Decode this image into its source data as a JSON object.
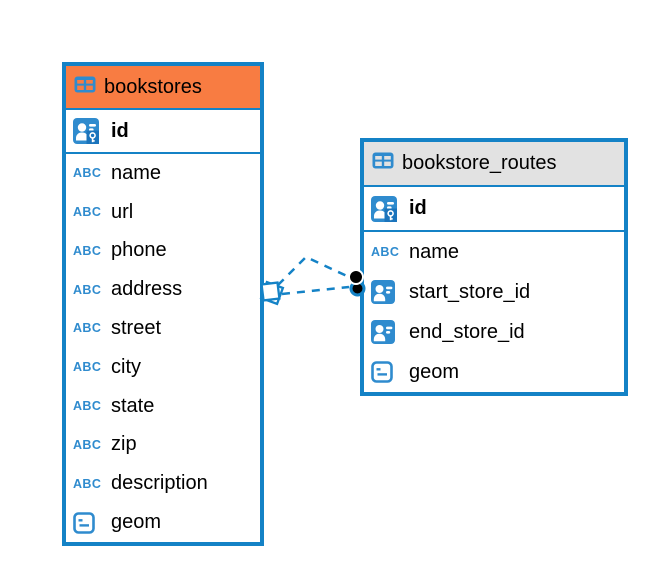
{
  "colors": {
    "table_border": "#1482C6",
    "icon_blue": "#2F8BCE",
    "key_badge_blue": "#1B74BC",
    "connector_blue": "#1482C6",
    "bookstores_header": "#F87C42",
    "routes_header": "#E2E2E2",
    "text": "#000000"
  },
  "tables": [
    {
      "title": "bookstores",
      "header_color": "#F87C42",
      "columns": [
        {
          "label": "id",
          "icon": "primary-key",
          "pk": true
        },
        {
          "label": "name",
          "icon": "text"
        },
        {
          "label": "url",
          "icon": "text"
        },
        {
          "label": "phone",
          "icon": "text"
        },
        {
          "label": "address",
          "icon": "text"
        },
        {
          "label": "street",
          "icon": "text"
        },
        {
          "label": "city",
          "icon": "text"
        },
        {
          "label": "state",
          "icon": "text"
        },
        {
          "label": "zip",
          "icon": "text"
        },
        {
          "label": "description",
          "icon": "text"
        },
        {
          "label": "geom",
          "icon": "geometry"
        }
      ]
    },
    {
      "title": "bookstore_routes",
      "header_color": "#E2E2E2",
      "columns": [
        {
          "label": "id",
          "icon": "primary-key",
          "pk": true
        },
        {
          "label": "name",
          "icon": "text"
        },
        {
          "label": "start_store_id",
          "icon": "reference"
        },
        {
          "label": "end_store_id",
          "icon": "reference"
        },
        {
          "label": "geom",
          "icon": "geometry"
        }
      ]
    }
  ],
  "relationships": [
    {
      "from": "bookstores",
      "to": "bookstore_routes",
      "style": "dashed",
      "source_marker": "diamond",
      "target_marker": "dot"
    },
    {
      "from": "bookstores",
      "to": "bookstore_routes",
      "style": "dashed",
      "source_marker": "diamond",
      "target_marker": "dot"
    }
  ]
}
